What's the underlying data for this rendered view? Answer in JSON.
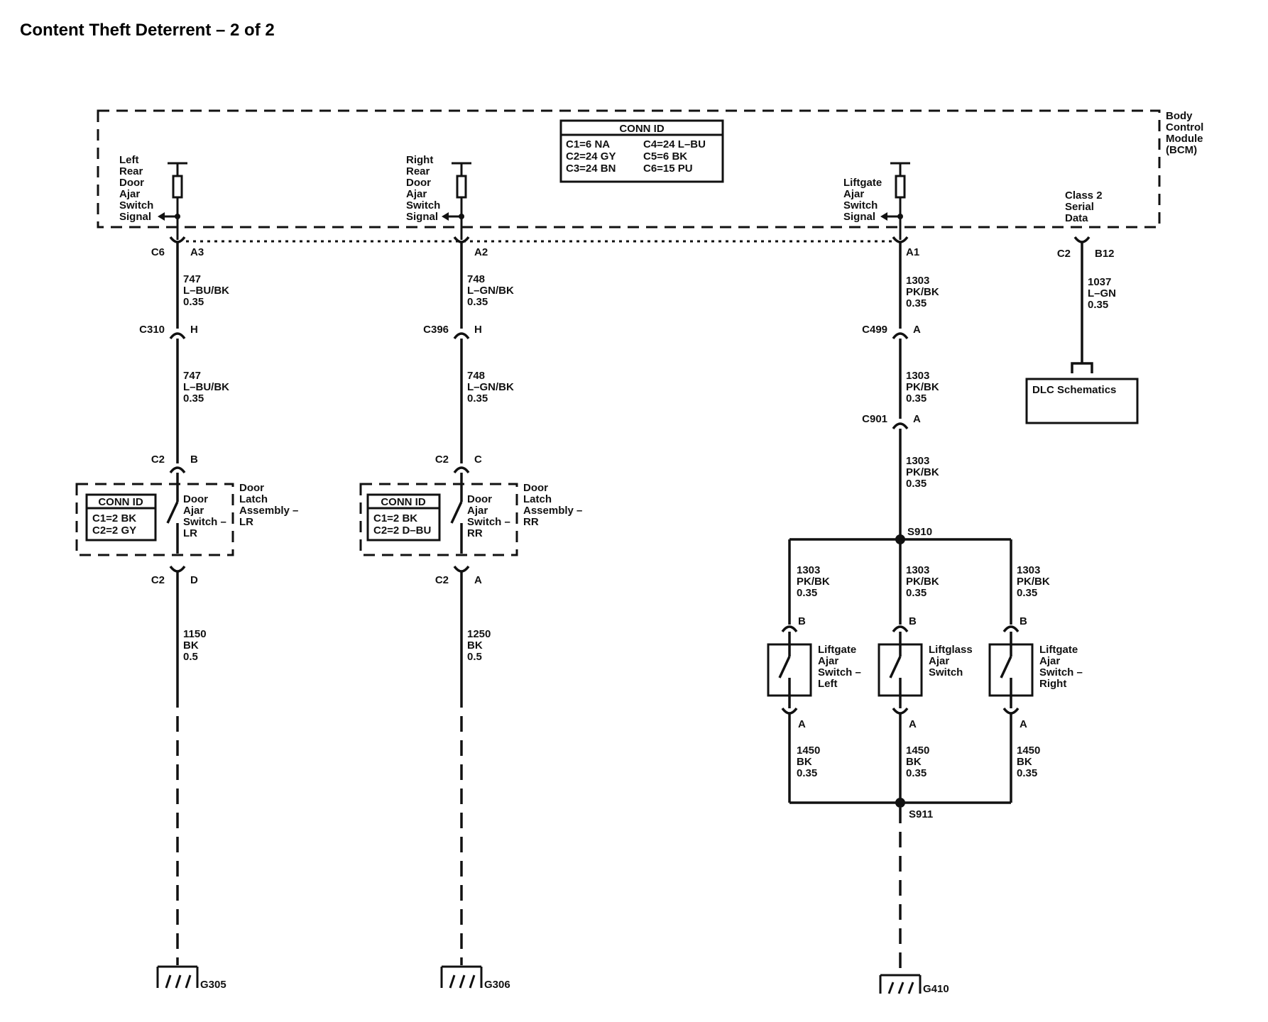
{
  "title": "Content Theft Deterrent – 2 of 2",
  "bcm": {
    "label": [
      "Body",
      "Control",
      "Module",
      "(BCM)"
    ],
    "conn_id": {
      "header": "CONN ID",
      "left": [
        "C1=6 NA",
        "C2=24 GY",
        "C3=24 BN"
      ],
      "right": [
        "C4=24 L–BU",
        "C5=6 BK",
        "C6=15 PU"
      ]
    },
    "signals": {
      "lr": [
        "Left",
        "Rear",
        "Door",
        "Ajar",
        "Switch",
        "Signal"
      ],
      "rr": [
        "Right",
        "Rear",
        "Door",
        "Ajar",
        "Switch",
        "Signal"
      ],
      "liftgate": [
        "Liftgate",
        "Ajar",
        "Switch",
        "Signal"
      ],
      "class2": [
        "Class 2",
        "Serial",
        "Data"
      ]
    }
  },
  "circuit_lr": {
    "bcm_conn": "C6",
    "bcm_pin": "A3",
    "wire1": [
      "747",
      "L–BU/BK",
      "0.35"
    ],
    "inline_conn": "C310",
    "inline_pin": "H",
    "wire2": [
      "747",
      "L–BU/BK",
      "0.35"
    ],
    "latch_conn_top": "C2",
    "latch_pin_top": "B",
    "conn_id_header": "CONN ID",
    "conn_id": [
      "C1=2 BK",
      "C2=2 GY"
    ],
    "switch_label": [
      "Door",
      "Ajar",
      "Switch –",
      "LR"
    ],
    "assembly_label": [
      "Door",
      "Latch",
      "Assembly –",
      "LR"
    ],
    "latch_conn_bot": "C2",
    "latch_pin_bot": "D",
    "wire3": [
      "1150",
      "BK",
      "0.5"
    ],
    "ground": "G305"
  },
  "circuit_rr": {
    "bcm_pin": "A2",
    "wire1": [
      "748",
      "L–GN/BK",
      "0.35"
    ],
    "inline_conn": "C396",
    "inline_pin": "H",
    "wire2": [
      "748",
      "L–GN/BK",
      "0.35"
    ],
    "latch_conn_top": "C2",
    "latch_pin_top": "C",
    "conn_id_header": "CONN ID",
    "conn_id": [
      "C1=2 BK",
      "C2=2 D–BU"
    ],
    "switch_label": [
      "Door",
      "Ajar",
      "Switch –",
      "RR"
    ],
    "assembly_label": [
      "Door",
      "Latch",
      "Assembly –",
      "RR"
    ],
    "latch_conn_bot": "C2",
    "latch_pin_bot": "A",
    "wire3": [
      "1250",
      "BK",
      "0.5"
    ],
    "ground": "G306"
  },
  "circuit_liftgate": {
    "bcm_pin": "A1",
    "wire1": [
      "1303",
      "PK/BK",
      "0.35"
    ],
    "c499": "C499",
    "c499_pin": "A",
    "wire2": [
      "1303",
      "PK/BK",
      "0.35"
    ],
    "c901": "C901",
    "c901_pin": "A",
    "wire3": [
      "1303",
      "PK/BK",
      "0.35"
    ],
    "splice_top": "S910",
    "branch_wire": [
      "1303",
      "PK/BK",
      "0.35"
    ],
    "pin_top": "B",
    "pin_bot": "A",
    "switches": [
      [
        "Liftgate",
        "Ajar",
        "Switch –",
        "Left"
      ],
      [
        "Liftglass",
        "Ajar",
        "Switch"
      ],
      [
        "Liftgate",
        "Ajar",
        "Switch –",
        "Right"
      ]
    ],
    "ground_wire": [
      "1450",
      "BK",
      "0.35"
    ],
    "splice_bot": "S911",
    "ground": "G410"
  },
  "circuit_class2": {
    "conn": "C2",
    "pin": "B12",
    "wire": [
      "1037",
      "L–GN",
      "0.35"
    ],
    "dlc": "DLC Schematics"
  }
}
